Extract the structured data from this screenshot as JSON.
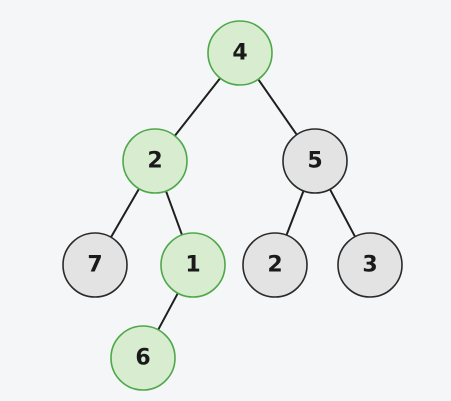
{
  "tree": {
    "nodes": [
      {
        "id": "n4",
        "label": "4",
        "highlighted": true
      },
      {
        "id": "n2",
        "label": "2",
        "highlighted": true
      },
      {
        "id": "n5",
        "label": "5",
        "highlighted": false
      },
      {
        "id": "n7",
        "label": "7",
        "highlighted": false
      },
      {
        "id": "n1",
        "label": "1",
        "highlighted": true
      },
      {
        "id": "n2b",
        "label": "2",
        "highlighted": false
      },
      {
        "id": "n3",
        "label": "3",
        "highlighted": false
      },
      {
        "id": "n6",
        "label": "6",
        "highlighted": true
      }
    ],
    "edges": [
      {
        "from": "n4",
        "to": "n2"
      },
      {
        "from": "n4",
        "to": "n5"
      },
      {
        "from": "n2",
        "to": "n7"
      },
      {
        "from": "n2",
        "to": "n1"
      },
      {
        "from": "n5",
        "to": "n2b"
      },
      {
        "from": "n5",
        "to": "n3"
      },
      {
        "from": "n1",
        "to": "n6"
      }
    ]
  },
  "colors": {
    "background": "#f5f6f8",
    "highlight_fill": "#d8ecd0",
    "highlight_stroke": "#4ea84a",
    "normal_fill": "#e3e3e3",
    "normal_stroke": "#2a2a2a",
    "edge": "#1f1f1f"
  }
}
